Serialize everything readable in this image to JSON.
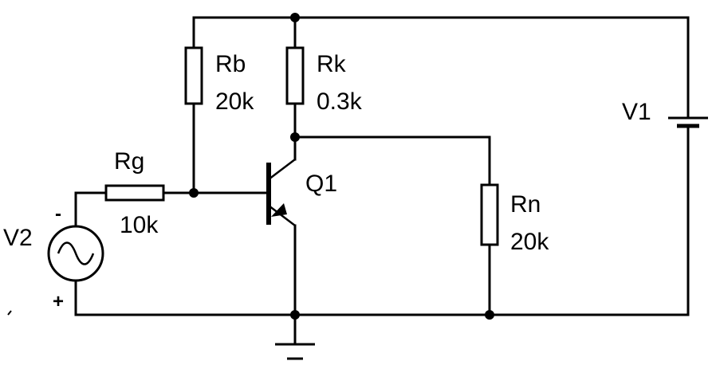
{
  "components": {
    "rb": {
      "name": "Rb",
      "value": "20k"
    },
    "rk": {
      "name": "Rk",
      "value": "0.3k"
    },
    "rg": {
      "name": "Rg",
      "value": "10k"
    },
    "rn": {
      "name": "Rn",
      "value": "20k"
    },
    "q1": {
      "name": "Q1"
    },
    "v1": {
      "name": "V1"
    },
    "v2": {
      "name": "V2",
      "minus": "-",
      "plus": "+"
    }
  }
}
